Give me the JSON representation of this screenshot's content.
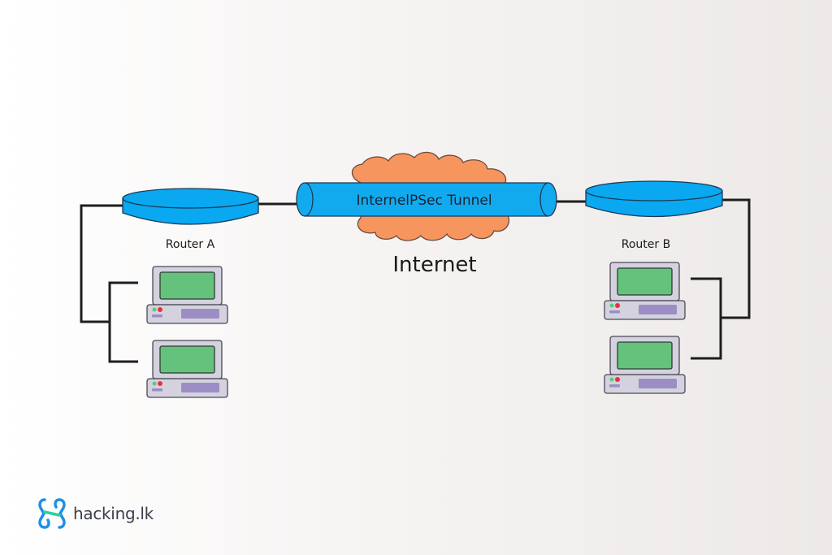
{
  "diagram": {
    "title": "IPSec Tunnel over Internet",
    "tunnel_label": "InternelPSec Tunnel",
    "cloud_label": "Internet",
    "routers": [
      {
        "id": "router-a",
        "label": "Router A"
      },
      {
        "id": "router-b",
        "label": "Router B"
      }
    ],
    "hosts": [
      {
        "id": "host-a1",
        "router": "router-a"
      },
      {
        "id": "host-a2",
        "router": "router-a"
      },
      {
        "id": "host-b1",
        "router": "router-b"
      },
      {
        "id": "host-b2",
        "router": "router-b"
      }
    ],
    "links": [
      [
        "router-a",
        "tunnel"
      ],
      [
        "tunnel",
        "router-b"
      ],
      [
        "router-a",
        "host-a1"
      ],
      [
        "router-a",
        "host-a2"
      ],
      [
        "router-b",
        "host-b1"
      ],
      [
        "router-b",
        "host-b2"
      ]
    ],
    "colors": {
      "router_fill": "#0aa8f0",
      "tunnel_fill": "#12aaef",
      "cloud_fill": "#f7955f",
      "screen_fill": "#64c27c",
      "computer_body": "#d4d2de",
      "drive_slot": "#9c8ec4",
      "led_green": "#5ec87a",
      "led_red": "#e8313c",
      "line": "#1e1e1e"
    }
  },
  "logo": {
    "text": "hacking.lk",
    "icon": "hacking-lk-logo-icon",
    "colors": {
      "primary": "#1e90e8",
      "accent": "#2ecf9e"
    }
  }
}
